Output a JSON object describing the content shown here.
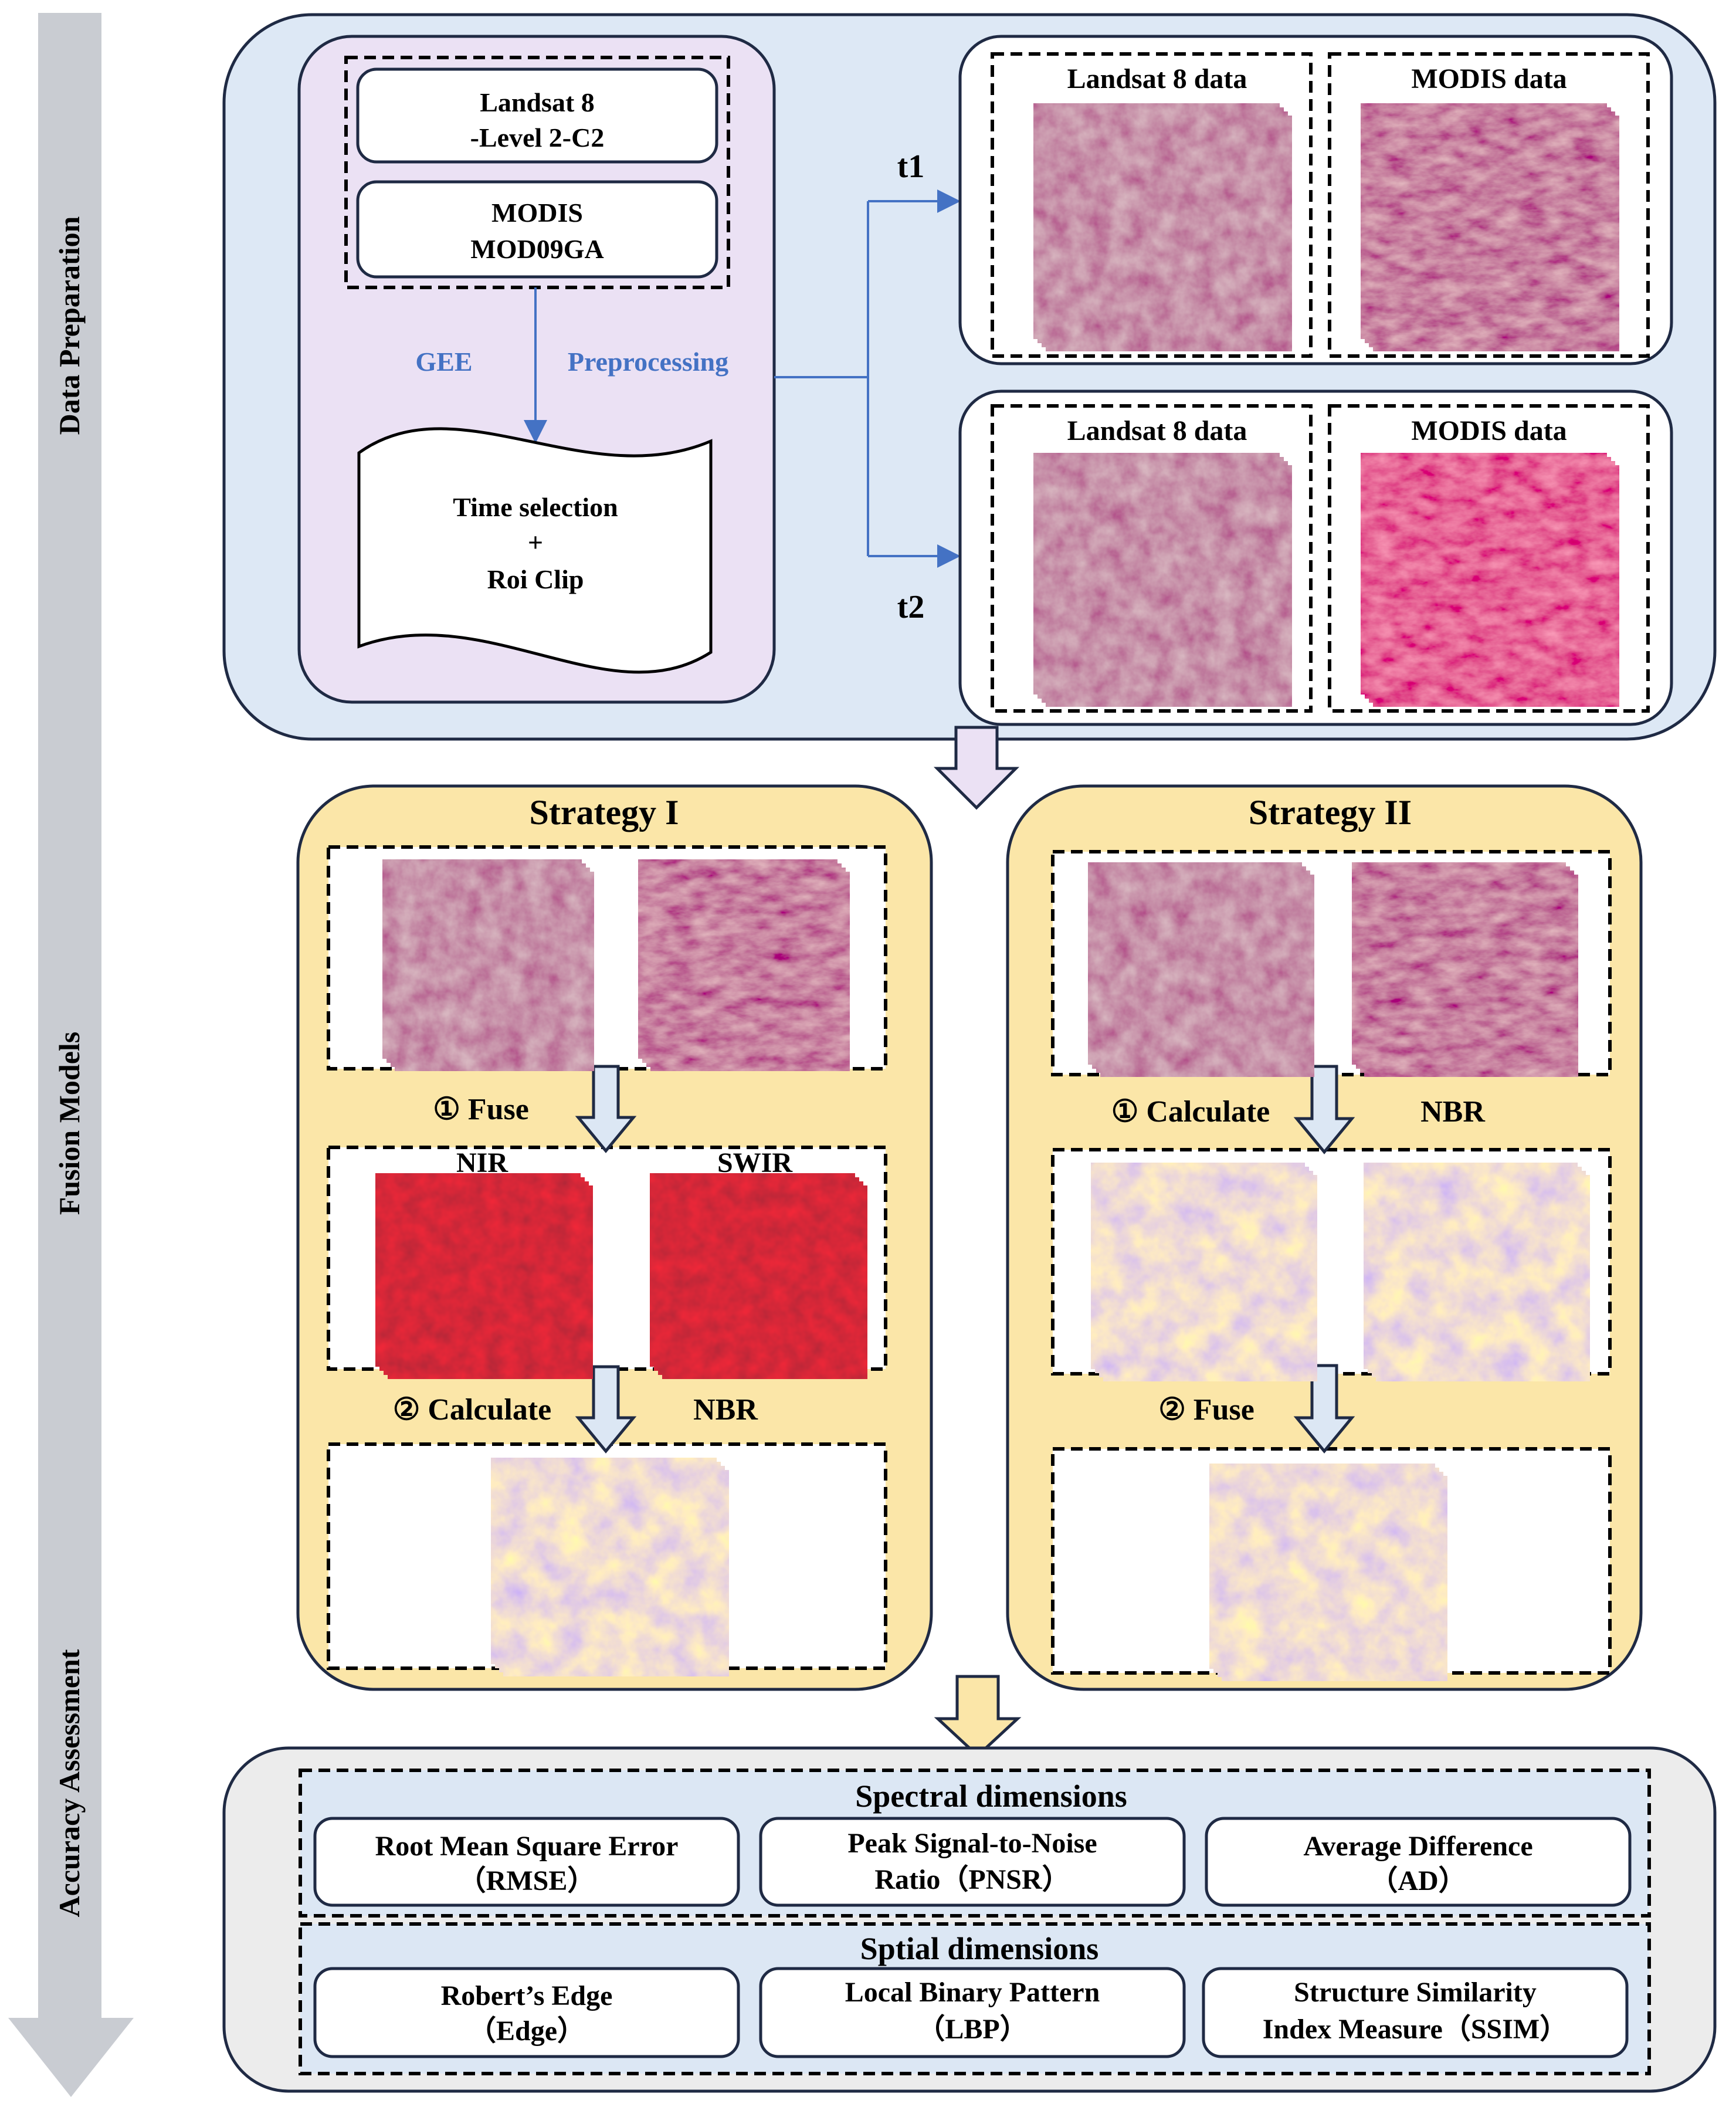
{
  "phases": {
    "data_preparation": "Data Preparation",
    "fusion_models": "Fusion Models",
    "accuracy_assessment": "Accuracy Assessment"
  },
  "data_prep": {
    "source1": [
      "Landsat 8",
      "-Level 2-C2"
    ],
    "source2": [
      "MODIS",
      "MOD09GA"
    ],
    "gee": "GEE",
    "preprocessing": "Preprocessing",
    "doc_lines": [
      "Time selection",
      "+",
      "Roi Clip"
    ],
    "t1": "t1",
    "t2": "t2",
    "landsat_label": "Landsat 8 data",
    "modis_label": "MODIS data"
  },
  "strategy1": {
    "title": "Strategy I",
    "step1": "① Fuse",
    "nir": "NIR",
    "swir": "SWIR",
    "step2": "② Calculate",
    "nbr": "NBR"
  },
  "strategy2": {
    "title": "Strategy II",
    "step1": "① Calculate",
    "nbr": "NBR",
    "step2": "② Fuse"
  },
  "assessment": {
    "spectral_title": "Spectral dimensions",
    "spatial_title": "Sptial dimensions",
    "spectral": [
      [
        "Root Mean Square Error",
        "（RMSE）"
      ],
      [
        "Peak Signal-to-Noise",
        "Ratio（PNSR）"
      ],
      [
        "Average Difference",
        "（AD）"
      ]
    ],
    "spatial": [
      [
        "Robert’s Edge",
        "（Edge）"
      ],
      [
        "Local Binary Pattern",
        "（LBP）"
      ],
      [
        "Structure Similarity",
        "Index Measure（SSIM）"
      ]
    ]
  },
  "colors": {
    "prep_panel": "#dde8f5",
    "prep_left": "#ebe1f4",
    "strategy_panel": "#fbe6a8",
    "assess_panel": "#ececec",
    "assess_inner": "#dce7f4",
    "blue_text": "#4472c4",
    "phase_arrow": "#c9ccd2"
  }
}
